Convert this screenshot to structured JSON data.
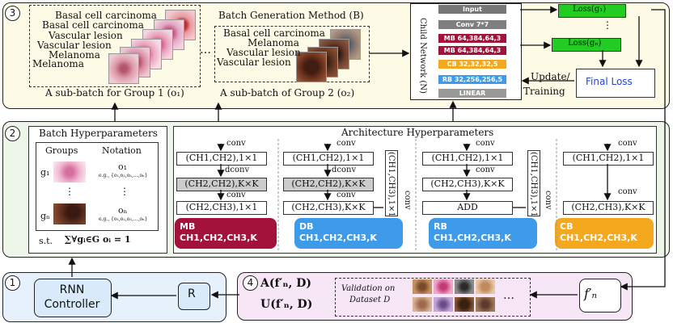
{
  "panel3": {
    "step": "3",
    "group1_labels": [
      "Basal cell carcinoma",
      "Basal cell carcinoma",
      "Vascular lesion",
      "Vascular lesion",
      "Melanoma",
      "Melanoma"
    ],
    "group1_caption": "A sub-batch for Group 1 (o₁)",
    "ellipsis": "…",
    "batch_title": "Batch Generation Method (B)",
    "group2_labels": [
      "Basal cell carcinoma",
      "Melanoma",
      "Vascular lesion",
      "Vascular lesion"
    ],
    "group2_caption": "A sub-batch of Group 2 (o₂)",
    "child_network_label": "Child Network (N)",
    "layers": [
      "Input",
      "Conv 7*7",
      "MB 64,384,64,3",
      "MB 64,384,64,3",
      "CB 32,32,32,5",
      "RB 32,256,256,5",
      "LINEAR"
    ],
    "loss1": "Loss(g₁)",
    "loss_dots": "⋮",
    "lossn": "Loss(gₙ)",
    "update_label": "Update/",
    "training_label": "Training",
    "final_loss": "Final Loss",
    "colors": {
      "mb": "#a3123a",
      "cb": "#f4a81d",
      "rb": "#3d9be9",
      "loss": "#22cc22",
      "final": "#2244dd",
      "input": "#777777"
    }
  },
  "panel2": {
    "step": "2",
    "batch_title": "Batch Hyperparameters",
    "col_groups": "Groups",
    "col_notation": "Notation",
    "g1": "g₁",
    "o1": "o₁",
    "o1_eg": "e.g., {o₁,o₂,o₃,…,oₙ}",
    "vdots": "⋮",
    "gn": "gₙ",
    "on": "oₙ",
    "on_eg": "e.g., {o₁,o₂,o₃,…,oₙ}",
    "st": "s.t.",
    "constraint": "∑∀gᵢ∈G oᵢ = 1",
    "arch_title": "Architecture Hyperparameters",
    "conv": "conv",
    "dconv": "dconv",
    "mb": {
      "rows": [
        "(CH1,CH2),1×1",
        "(CH2,CH2),K×K",
        "(CH2,CH3),1×1"
      ],
      "name": "MB",
      "params": "CH1,CH2,CH3,K"
    },
    "db": {
      "rows": [
        "(CH1,CH2),1×1",
        "(CH2,CH2),K×K",
        "(CH2,CH3),K×K"
      ],
      "name": "DB",
      "params": "CH1,CH2,CH3,K",
      "side": "(CH1,CH3),1×1",
      "side_conv": "conv"
    },
    "rb": {
      "rows": [
        "(CH1,CH2),1×1",
        "(CH2,CH3),K×K",
        "ADD"
      ],
      "name": "RB",
      "params": "CH1,CH2,CH3,K",
      "side": "(CH1,CH3),1×1",
      "side_conv": "conv"
    },
    "cb": {
      "rows": [
        "(CH1,CH2),1×1",
        "(CH2,CH3),K×K"
      ],
      "name": "CB",
      "params": "CH1,CH2,CH3,K"
    }
  },
  "panel1": {
    "step": "1",
    "rnn": "RNN Controller",
    "r": "R"
  },
  "panel4": {
    "step": "4",
    "a": "A(f′ₙ, D)",
    "u": "U(f′ₙ, D)",
    "validation1": "Validation on",
    "validation2": "Dataset D",
    "dots": "…",
    "fn": "f′ₙ"
  }
}
